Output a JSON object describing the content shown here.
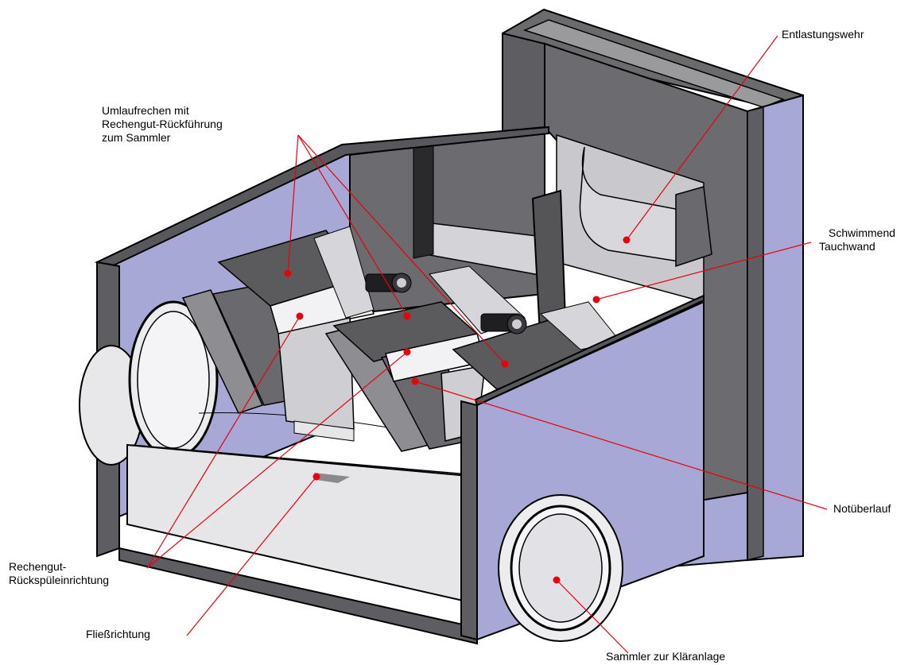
{
  "labels": {
    "entlastungswehr": "Entlastungswehr",
    "umlaufrechen_1": "Umlaufrechen mit",
    "umlaufrechen_2": "Rechengut-Rückführung",
    "umlaufrechen_3": "zum Sammler",
    "schwimmende_1": "Schwimmend",
    "schwimmende_2": "Tauchwand",
    "notueberlauf": "Notüberlauf",
    "rueckspuel_1": "Rechengut-",
    "rueckspuel_2": "Rückspüleinrichtung",
    "fliessrichtung": "Fließrichtung",
    "sammler": "Sammler zur Kläranlage"
  },
  "colors": {
    "leader": "#e8000b",
    "wall_blue": "#a7a8d6",
    "dark_grey": "#5b5b5e",
    "light_grey": "#d9d9dc",
    "mid_grey": "#8e8e92"
  }
}
